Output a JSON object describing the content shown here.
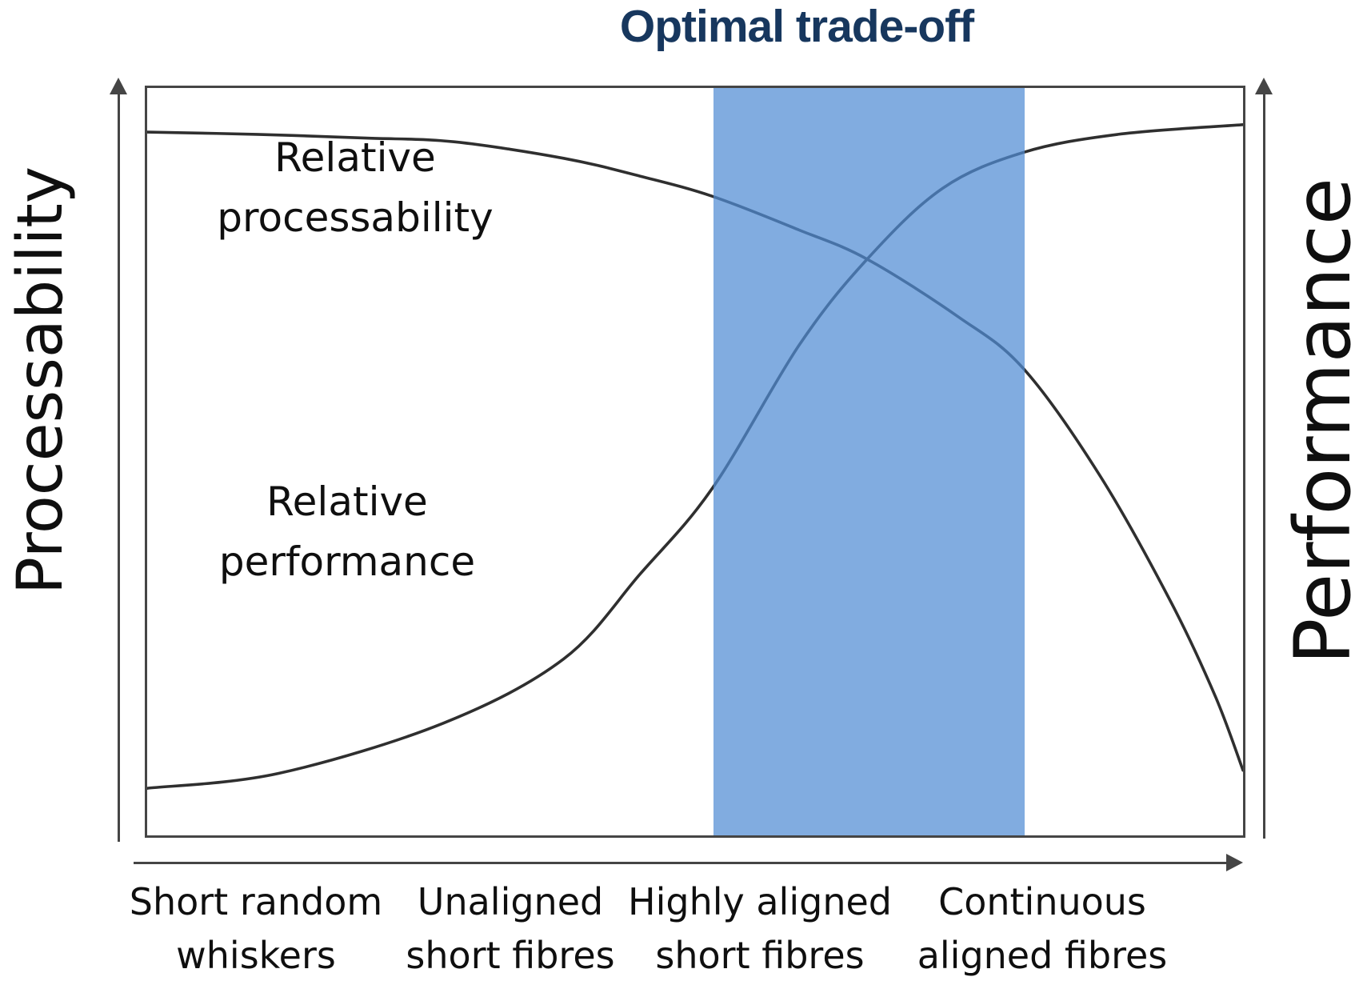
{
  "colors": {
    "background": "#FFFFFF",
    "band_fill": "#82ACE0",
    "band_overlay": "rgba(81,140,212,0.72)",
    "title_color": "#17375E",
    "curve_color": "#2F2F2F",
    "axis_color": "#454545",
    "text_color": "#0F0F0F"
  },
  "chart_data": {
    "type": "line",
    "title": "Optimal trade-off",
    "y_axis_left_label": "Processability",
    "y_axis_right_label": "Performance",
    "x_tick_labels": [
      {
        "lines": [
          "Short random",
          "whiskers"
        ]
      },
      {
        "lines": [
          "Unaligned",
          "short fibres"
        ]
      },
      {
        "lines": [
          "Highly aligned",
          "short fibres"
        ]
      },
      {
        "lines": [
          "Continuous",
          "aligned fibres"
        ]
      }
    ],
    "x_range": [
      0,
      1
    ],
    "y_range": [
      0,
      1
    ],
    "grid": false,
    "legend": "inline-labels",
    "series": [
      {
        "name": "Relative processability",
        "axis": "left",
        "trend": "decreasing",
        "points": [
          [
            0.0,
            0.941
          ],
          [
            0.1,
            0.938
          ],
          [
            0.2,
            0.933
          ],
          [
            0.28,
            0.928
          ],
          [
            0.38,
            0.906
          ],
          [
            0.45,
            0.882
          ],
          [
            0.516,
            0.855
          ],
          [
            0.595,
            0.81
          ],
          [
            0.657,
            0.771
          ],
          [
            0.74,
            0.694
          ],
          [
            0.8,
            0.624
          ],
          [
            0.87,
            0.48
          ],
          [
            0.935,
            0.31
          ],
          [
            0.975,
            0.185
          ],
          [
            1.0,
            0.087
          ]
        ]
      },
      {
        "name": "Relative performance",
        "axis": "right",
        "trend": "increasing",
        "points": [
          [
            0.0,
            0.063
          ],
          [
            0.12,
            0.083
          ],
          [
            0.27,
            0.15
          ],
          [
            0.38,
            0.236
          ],
          [
            0.45,
            0.35
          ],
          [
            0.516,
            0.465
          ],
          [
            0.595,
            0.656
          ],
          [
            0.657,
            0.771
          ],
          [
            0.726,
            0.866
          ],
          [
            0.8,
            0.914
          ],
          [
            0.886,
            0.938
          ],
          [
            1.0,
            0.951
          ]
        ]
      }
    ],
    "highlight_band": {
      "x_start": 0.517,
      "x_end": 0.801,
      "fill": "#82ACE0"
    }
  }
}
